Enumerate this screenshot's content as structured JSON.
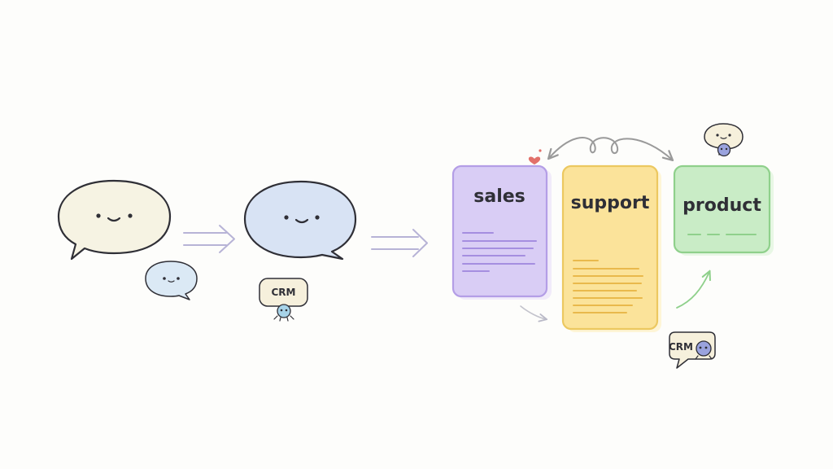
{
  "cards": [
    {
      "label": "sales",
      "fill": "#d9cdf5",
      "stroke": "#b49ee6"
    },
    {
      "label": "support",
      "fill": "#fbe39a",
      "stroke": "#ecc860"
    },
    {
      "label": "product",
      "fill": "#c9ecc6",
      "stroke": "#8fd08b"
    }
  ],
  "crm_tags": [
    {
      "label": "CRM"
    },
    {
      "label": "CRM"
    }
  ],
  "colors": {
    "bubble_cream": "#f6f3e3",
    "bubble_blue": "#d8e3f4",
    "bubble_small_blue": "#dbe9f5",
    "arrow": "#b7b3d6",
    "curve_arrow": "#9a9a9a",
    "heart": "#e2706a",
    "ink": "#2f2f36"
  },
  "icons": [
    "speech-bubble-face",
    "double-arrow",
    "crm-robot",
    "heart-icon",
    "loop-arrow",
    "curved-arrow"
  ]
}
